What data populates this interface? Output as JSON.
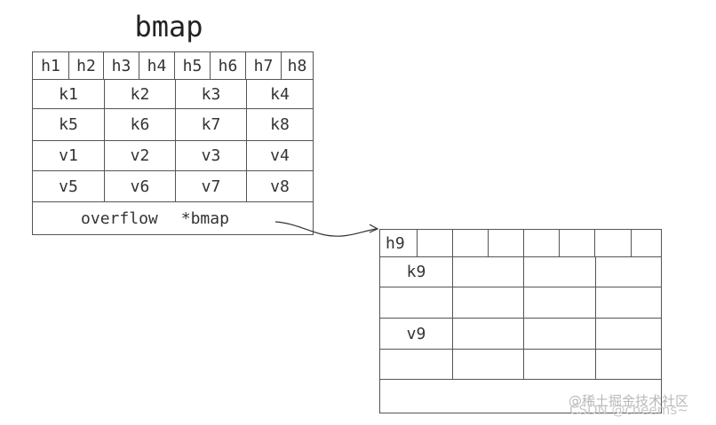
{
  "title": "bmap",
  "main_bucket": {
    "tophash": [
      "h1",
      "h2",
      "h3",
      "h4",
      "h5",
      "h6",
      "h7",
      "h8"
    ],
    "keys": [
      [
        "k1",
        "k2",
        "k3",
        "k4"
      ],
      [
        "k5",
        "k6",
        "k7",
        "k8"
      ]
    ],
    "values": [
      [
        "v1",
        "v2",
        "v3",
        "v4"
      ],
      [
        "v5",
        "v6",
        "v7",
        "v8"
      ]
    ],
    "overflow_label": "overflow",
    "overflow_type": "*bmap"
  },
  "overflow_bucket": {
    "tophash": [
      "h9",
      "",
      "",
      "",
      "",
      "",
      "",
      ""
    ],
    "keys": [
      [
        "k9",
        "",
        "",
        ""
      ],
      [
        "",
        "",
        "",
        ""
      ]
    ],
    "values": [
      [
        "v9",
        "",
        "",
        ""
      ],
      [
        "",
        "",
        "",
        ""
      ]
    ]
  },
  "watermark": {
    "line1": "@稀土掘金技术社区",
    "line2": "CSDN @cheems~"
  }
}
